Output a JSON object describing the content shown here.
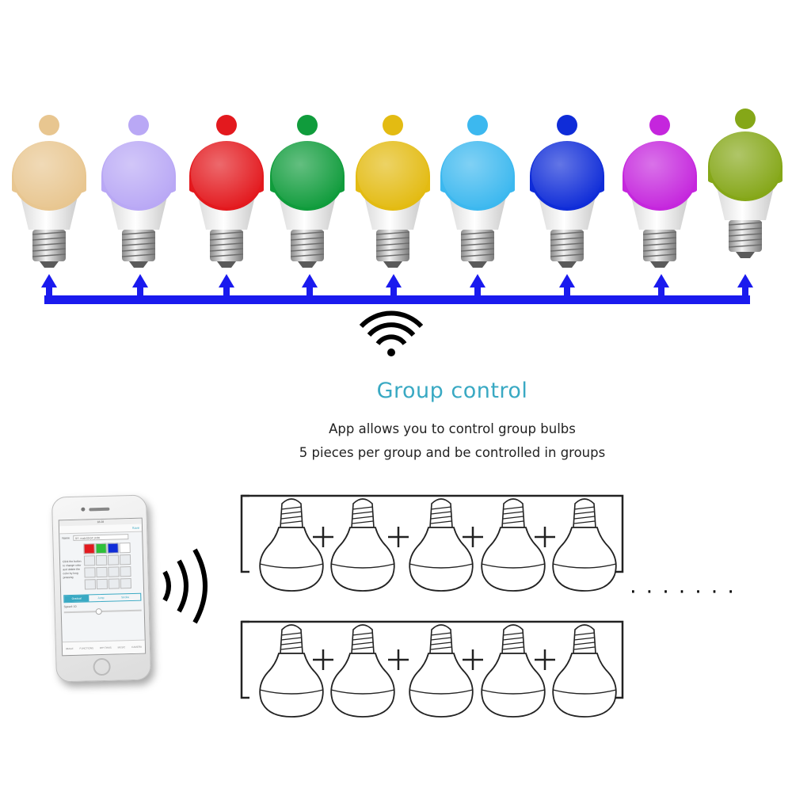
{
  "colors": {
    "arrow_blue": "#1a1aee",
    "title_teal": "#39a9c3",
    "bulbs": [
      "#e8c690",
      "#b9a8f5",
      "#e3191e",
      "#109c3c",
      "#e3bb12",
      "#3cb8ef",
      "#0f2cd8",
      "#c526dd",
      "#85a718"
    ]
  },
  "heading": {
    "title": "Group control",
    "line1": "App allows you to control group bulbs",
    "line2": "5 pieces per group and be controlled in groups"
  },
  "ellipsis": "· · · · · · ·",
  "phone": {
    "status_time": "18:28",
    "save_label": "Save",
    "name_label": "Name",
    "name_value": "DIY mode09-04 14:30",
    "hint": "Click the button to change color and delete the color by long pressing",
    "swatches": [
      "#e3191e",
      "#2ec03a",
      "#0f2cd8",
      "#ffffff"
    ],
    "modes": [
      "Gradual",
      "Jump",
      "Strobe"
    ],
    "speed_label": "Speed: 10",
    "tabs": [
      "IMAGE",
      "FUNCTIONS",
      "RHYTHMS",
      "MUSIC",
      "CAMERA"
    ]
  },
  "icons": [
    "wifi-icon",
    "signal-waves-icon",
    "plus-icon"
  ]
}
